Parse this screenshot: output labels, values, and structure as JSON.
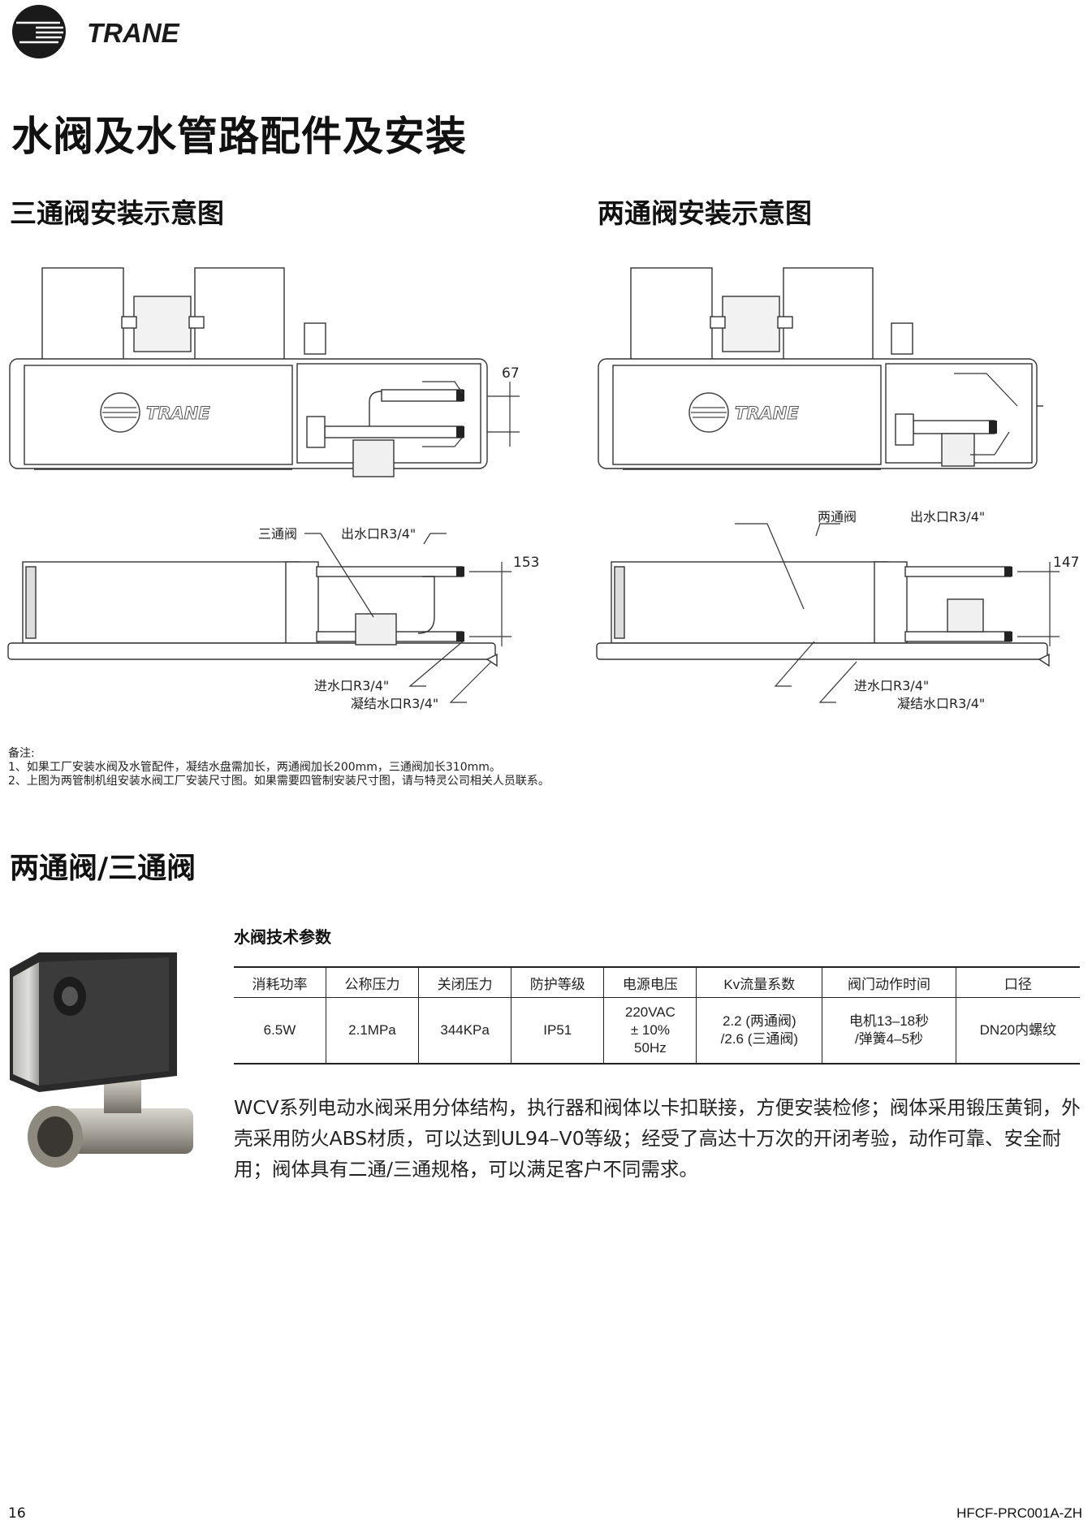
{
  "header": {
    "brand": "TRANE"
  },
  "title": "水阀及水管路配件及安装",
  "three_way": {
    "heading": "三通阀安装示意图",
    "top_dim": "67",
    "side_dim": "153",
    "labels": {
      "valve": "三通阀",
      "outlet": "出水口R3/4\"",
      "inlet": "进水口R3/4\"",
      "drain": "凝结水口R3/4\""
    }
  },
  "two_way": {
    "heading": "两通阀安装示意图",
    "side_dim": "147",
    "labels": {
      "valve": "两通阀",
      "outlet": "出水口R3/4\"",
      "inlet": "进水口R3/4\"",
      "drain": "凝结水口R3/4\""
    }
  },
  "notes": {
    "title": "备注:",
    "items": [
      "1、如果工厂安装水阀及水管配件，凝结水盘需加长，两通阀加长200mm，三通阀加长310mm。",
      "2、上图为两管制机组安装水阀工厂安装尺寸图。如果需要四管制安装尺寸图，请与特灵公司相关人员联系。"
    ]
  },
  "valve_section": {
    "heading": "两通阀/三通阀",
    "table_title": "水阀技术参数",
    "columns": [
      "消耗功率",
      "公称压力",
      "关闭压力",
      "防护等级",
      "电源电压",
      "Kv流量系数",
      "阀门动作时间",
      "口径"
    ],
    "row": [
      "6.5W",
      "2.1MPa",
      "344KPa",
      "IP51",
      "220VAC\n± 10%\n50Hz",
      "2.2 (两通阀)\n/2.6 (三通阀)",
      "电机13–18秒\n/弹簧4–5秒",
      "DN20内螺纹"
    ],
    "description": "WCV系列电动水阀采用分体结构，执行器和阀体以卡扣联接，方便安装检修；阀体采用锻压黄铜，外壳采用防火ABS材质，可以达到UL94–V0等级；经受了高达十万次的开闭考验，动作可靠、安全耐用；阀体具有二通/三通规格，可以满足客户不同需求。"
  },
  "footer": {
    "page_number": "16",
    "doc_code": "HFCF-PRC001A-ZH"
  }
}
